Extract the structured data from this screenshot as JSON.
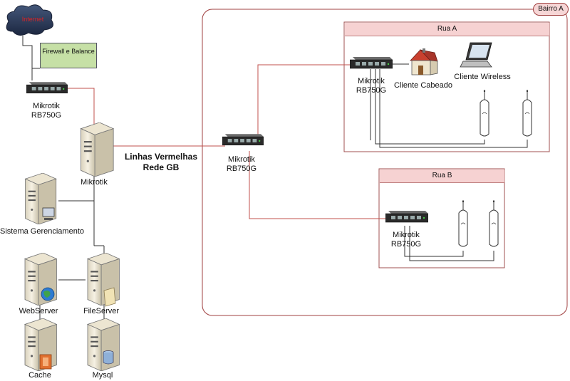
{
  "internet": {
    "label": "Internet"
  },
  "firewall": {
    "label": "Firewall e Balance"
  },
  "top_router": {
    "line1": "Mikrotik",
    "line2": "RB750G"
  },
  "main_server": {
    "label": "Mikrotik"
  },
  "red_lines": {
    "line1": "Linhas Vermelhas",
    "line2": "Rede GB"
  },
  "center_router": {
    "line1": "Mikrotik",
    "line2": "RB750G"
  },
  "servers": {
    "gerenciamento": "Sistema Gerenciamento",
    "webserver": "WebServer",
    "fileserver": "FileServer",
    "cache": "Cache",
    "mysql": "Mysql"
  },
  "bairro": {
    "label": "Bairro A"
  },
  "rua_a": {
    "title": "Rua A",
    "router_line1": "Mikrotik",
    "router_line2": "RB750G",
    "cliente_cabeado": "Cliente Cabeado",
    "cliente_wireless": "Cliente Wireless"
  },
  "rua_b": {
    "title": "Rua B",
    "router_line1": "Mikrotik",
    "router_line2": "RB750G"
  },
  "colors": {
    "red_link": "#c0504d",
    "dark_link": "#333333",
    "rua_header": "#f6d2d2",
    "firewall_fill": "#c6e0a6",
    "cloud": "#2e3e5c",
    "server_body": "#f3eddc"
  }
}
